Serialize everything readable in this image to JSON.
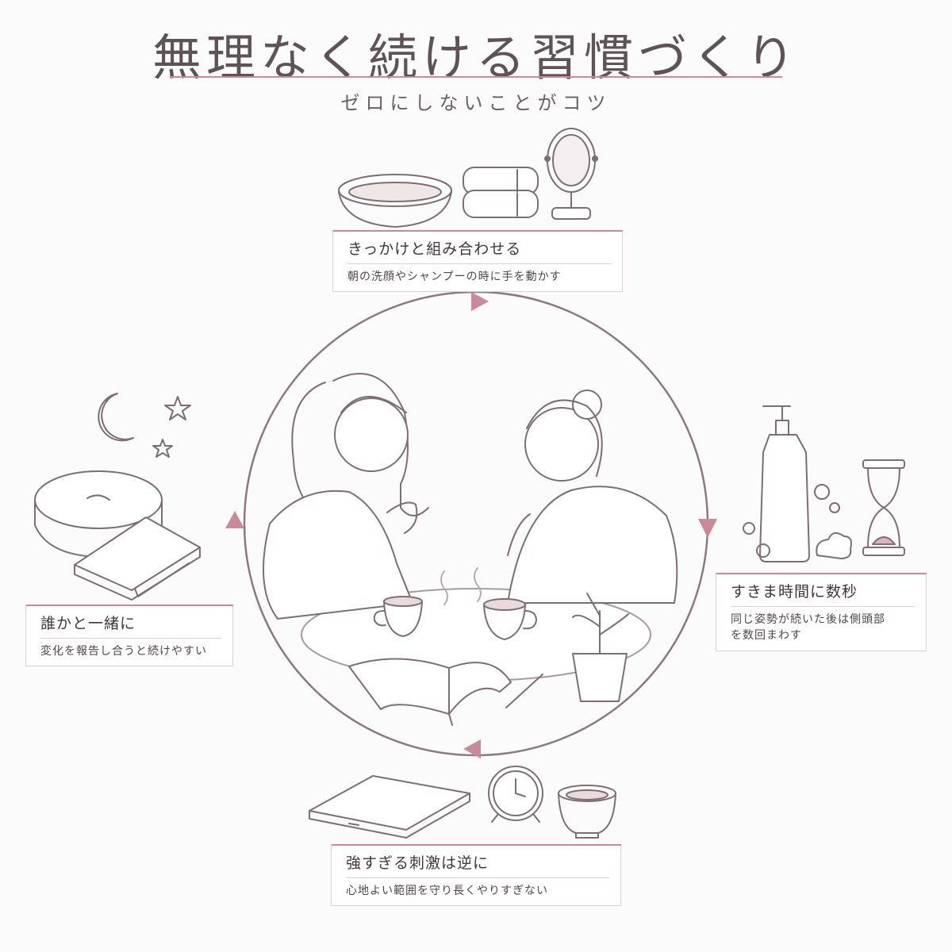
{
  "title": "無理なく続ける習慣づくり",
  "subtitle": "ゼロにしないことがコツ",
  "accent_color": "#c98a9c",
  "line_color": "#8a7a80",
  "tips": [
    {
      "title": "きっかけと組み合わせる",
      "desc": "朝の洗顔やシャンプーの時に手を動かす",
      "icons": [
        "washbasin-icon",
        "towels-icon",
        "mirror-icon"
      ]
    },
    {
      "title": "すきま時間に数秒",
      "desc_lines": [
        "同じ姿勢が続いた後は側頭部",
        "を数回まわす"
      ],
      "icons": [
        "pump-bottle-icon",
        "hourglass-icon",
        "bubbles-icon"
      ]
    },
    {
      "title": "強すぎる刺激は逆に",
      "desc": "心地よい範囲を守り長くやりすぎない",
      "icons": [
        "tablet-icon",
        "alarm-clock-icon",
        "teacup-icon"
      ]
    },
    {
      "title": "誰かと一緒に",
      "desc": "変化を報告し合うと続けやすい",
      "icons": [
        "moon-icon",
        "star-icon",
        "cushion-icon",
        "notebook-icon"
      ]
    }
  ]
}
